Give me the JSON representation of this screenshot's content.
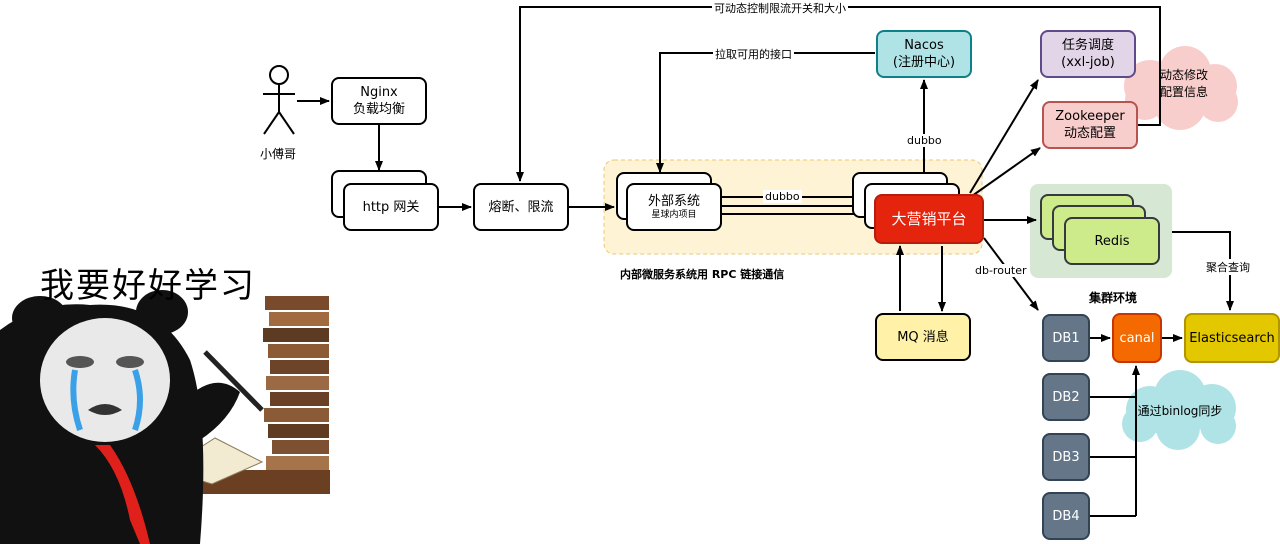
{
  "actor": {
    "label": "小傅哥"
  },
  "nginx": {
    "line1": "Nginx",
    "line2": "负载均衡"
  },
  "http_gateway": {
    "label": "http 网关"
  },
  "circuit_breaker": {
    "label": "熔断、限流"
  },
  "external_system": {
    "line1": "外部系统",
    "line2": "星球内项目"
  },
  "marketing_platform": {
    "label": "大营销平台"
  },
  "nacos": {
    "line1": "Nacos",
    "line2": "(注册中心)"
  },
  "task_scheduler": {
    "line1": "任务调度",
    "line2": "(xxl-job)"
  },
  "zookeeper": {
    "line1": "Zookeeper",
    "line2": "动态配置"
  },
  "redis": {
    "label": "Redis"
  },
  "mq": {
    "label": "MQ 消息"
  },
  "databases": [
    "DB1",
    "DB2",
    "DB3",
    "DB4"
  ],
  "canal": {
    "label": "canal"
  },
  "elasticsearch": {
    "label": "Elasticsearch"
  },
  "labels": {
    "top_control": "可动态控制限流开关和大小",
    "pull_interfaces": "拉取可用的接口",
    "dubbo_ext": "dubbo",
    "dubbo_nacos": "dubbo",
    "rpc_note": "内部微服务系统用 RPC 链接通信",
    "db_router": "db-router",
    "cluster_env": "集群环境",
    "aggregate_query": "聚合查询"
  },
  "clouds": {
    "dynamic_config": {
      "line1": "动态修改",
      "line2": "配置信息"
    },
    "binlog_sync": {
      "text": "通过binlog同步"
    }
  },
  "meme": {
    "caption": "我要好好学习"
  },
  "colors": {
    "rpc_region": "#FFF3D6",
    "cluster_region": "#D6E8D4",
    "marketing": "#E5240E",
    "nacos": "#B0E3E6",
    "task": "#E1D5E7",
    "zookeeper": "#F8CECC",
    "redis": "#CDEB8B",
    "mq": "#FFF2A8",
    "db": "#647687",
    "canal": "#F56A00",
    "elasticsearch": "#E3C800",
    "cloud_pink": "#F8CECC",
    "cloud_blue": "#B0E3E6"
  }
}
